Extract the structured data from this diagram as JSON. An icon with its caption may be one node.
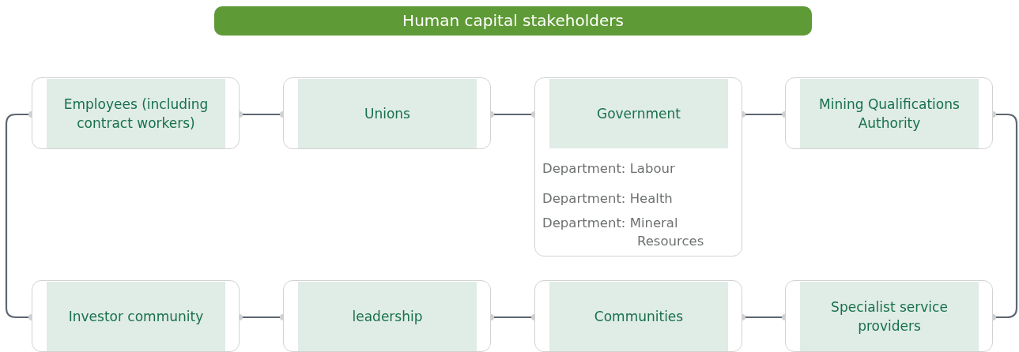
{
  "diagram": {
    "title": "Human capital stakeholders",
    "nodes": [
      {
        "text": [
          "Employees (including contract workers)"
        ]
      },
      {
        "text": [
          "Unions"
        ]
      },
      {
        "text": [
          "Government",
          "Department: Labour",
          "Department: Health",
          "Department: Mineral Resources"
        ]
      },
      {
        "text": [
          "Mining Qualifications Authority"
        ]
      },
      {
        "text": [
          "Investor community"
        ]
      },
      {
        "text": [
          "leadership"
        ]
      },
      {
        "text": [
          "Communities"
        ]
      },
      {
        "text": [
          "Specialist service providers"
        ]
      }
    ],
    "edges": [
      {
        "from": 0,
        "to": 1,
        "arrow": "other"
      },
      {
        "from": 1,
        "to": 2,
        "arrow": "other"
      },
      {
        "from": 2,
        "to": 3,
        "arrow": "other"
      },
      {
        "from": 3,
        "to": 7,
        "arrow": "other"
      },
      {
        "from": 7,
        "to": 6,
        "arrow": "other"
      },
      {
        "from": 6,
        "to": 5,
        "arrow": "other"
      },
      {
        "from": 5,
        "to": 4,
        "arrow": "other"
      },
      {
        "from": 4,
        "to": 0,
        "arrow": "other"
      }
    ]
  }
}
